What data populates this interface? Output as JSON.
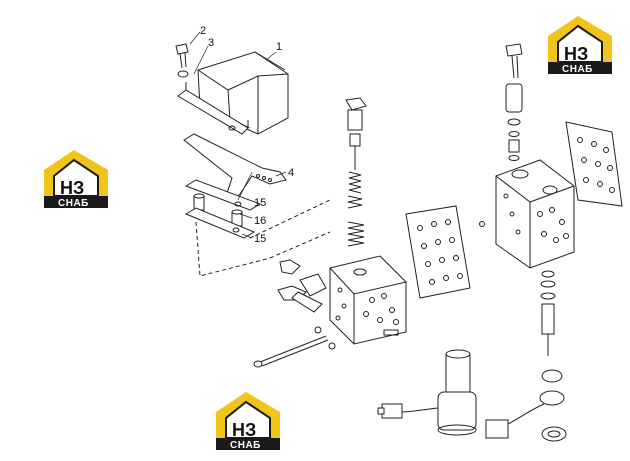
{
  "callouts": [
    {
      "id": "1",
      "label": "1"
    },
    {
      "id": "2",
      "label": "2"
    },
    {
      "id": "3",
      "label": "3"
    },
    {
      "id": "4",
      "label": "4"
    },
    {
      "id": "15a",
      "label": "15"
    },
    {
      "id": "16",
      "label": "16"
    },
    {
      "id": "15b",
      "label": "15"
    }
  ],
  "watermark": {
    "mark": "НЗ",
    "caption": "СНАБ",
    "accent_color": "#f0c419",
    "dark_color": "#1a1a1a"
  },
  "line_color": "#222222"
}
